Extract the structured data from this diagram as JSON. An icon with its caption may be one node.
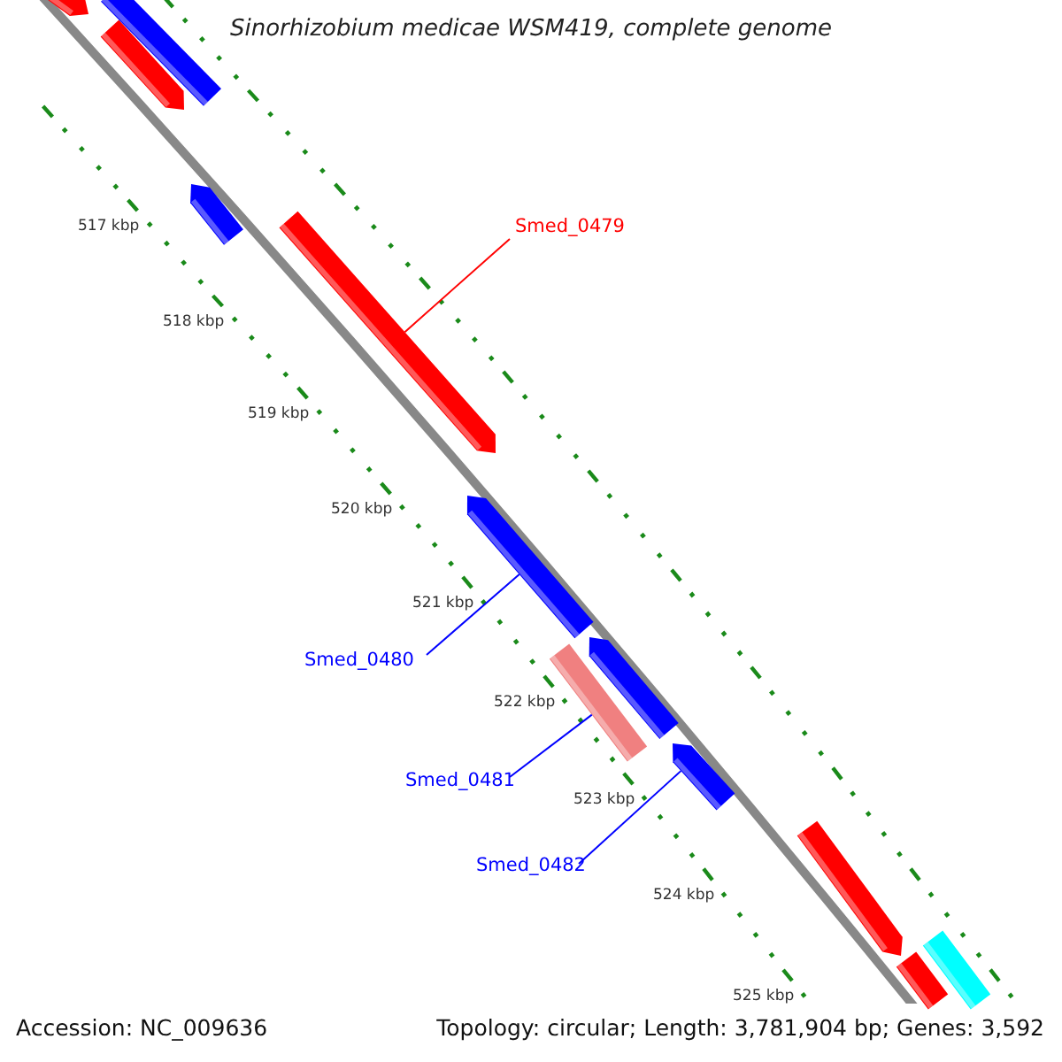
{
  "diagram": {
    "title": "Sinorhizobium medicae WSM419, complete genome",
    "nodes": [
      {
        "text": [],
        "shape": "arrow"
      },
      {
        "text": [],
        "shape": "arrow"
      },
      {
        "text": [],
        "shape": "bar"
      },
      {
        "text": [],
        "shape": "arrow"
      },
      {
        "text": [],
        "shape": "arrow"
      },
      {
        "text": [],
        "shape": "arrow"
      },
      {
        "text": [],
        "shape": "arrow"
      },
      {
        "text": [],
        "shape": "bar"
      },
      {
        "text": [],
        "shape": "arrow"
      },
      {
        "text": [],
        "shape": "arrow"
      },
      {
        "text": [],
        "shape": "bar"
      },
      {
        "text": [],
        "shape": "bar"
      },
      {
        "text": [
          "Smed_0479"
        ]
      },
      {
        "text": [
          "Smed_0480"
        ]
      },
      {
        "text": [
          "Smed_0481"
        ]
      },
      {
        "text": [
          "Smed_0482"
        ]
      }
    ],
    "edges": [
      {
        "from": 12,
        "to": 4,
        "arrow": "none",
        "color": "#ff0000"
      },
      {
        "from": 13,
        "to": 5,
        "arrow": "none"
      },
      {
        "from": 14,
        "to": 7,
        "arrow": "none"
      },
      {
        "from": 15,
        "to": 8,
        "arrow": "none"
      }
    ],
    "labels": [
      "517 kbp",
      "518 kbp",
      "519 kbp",
      "520 kbp",
      "521 kbp",
      "522 kbp",
      "523 kbp",
      "524 kbp",
      "525 kbp",
      "Accession: NC_009636",
      "Topology: circular; Length: 3,781,904 bp; Genes: 3,592"
    ]
  }
}
